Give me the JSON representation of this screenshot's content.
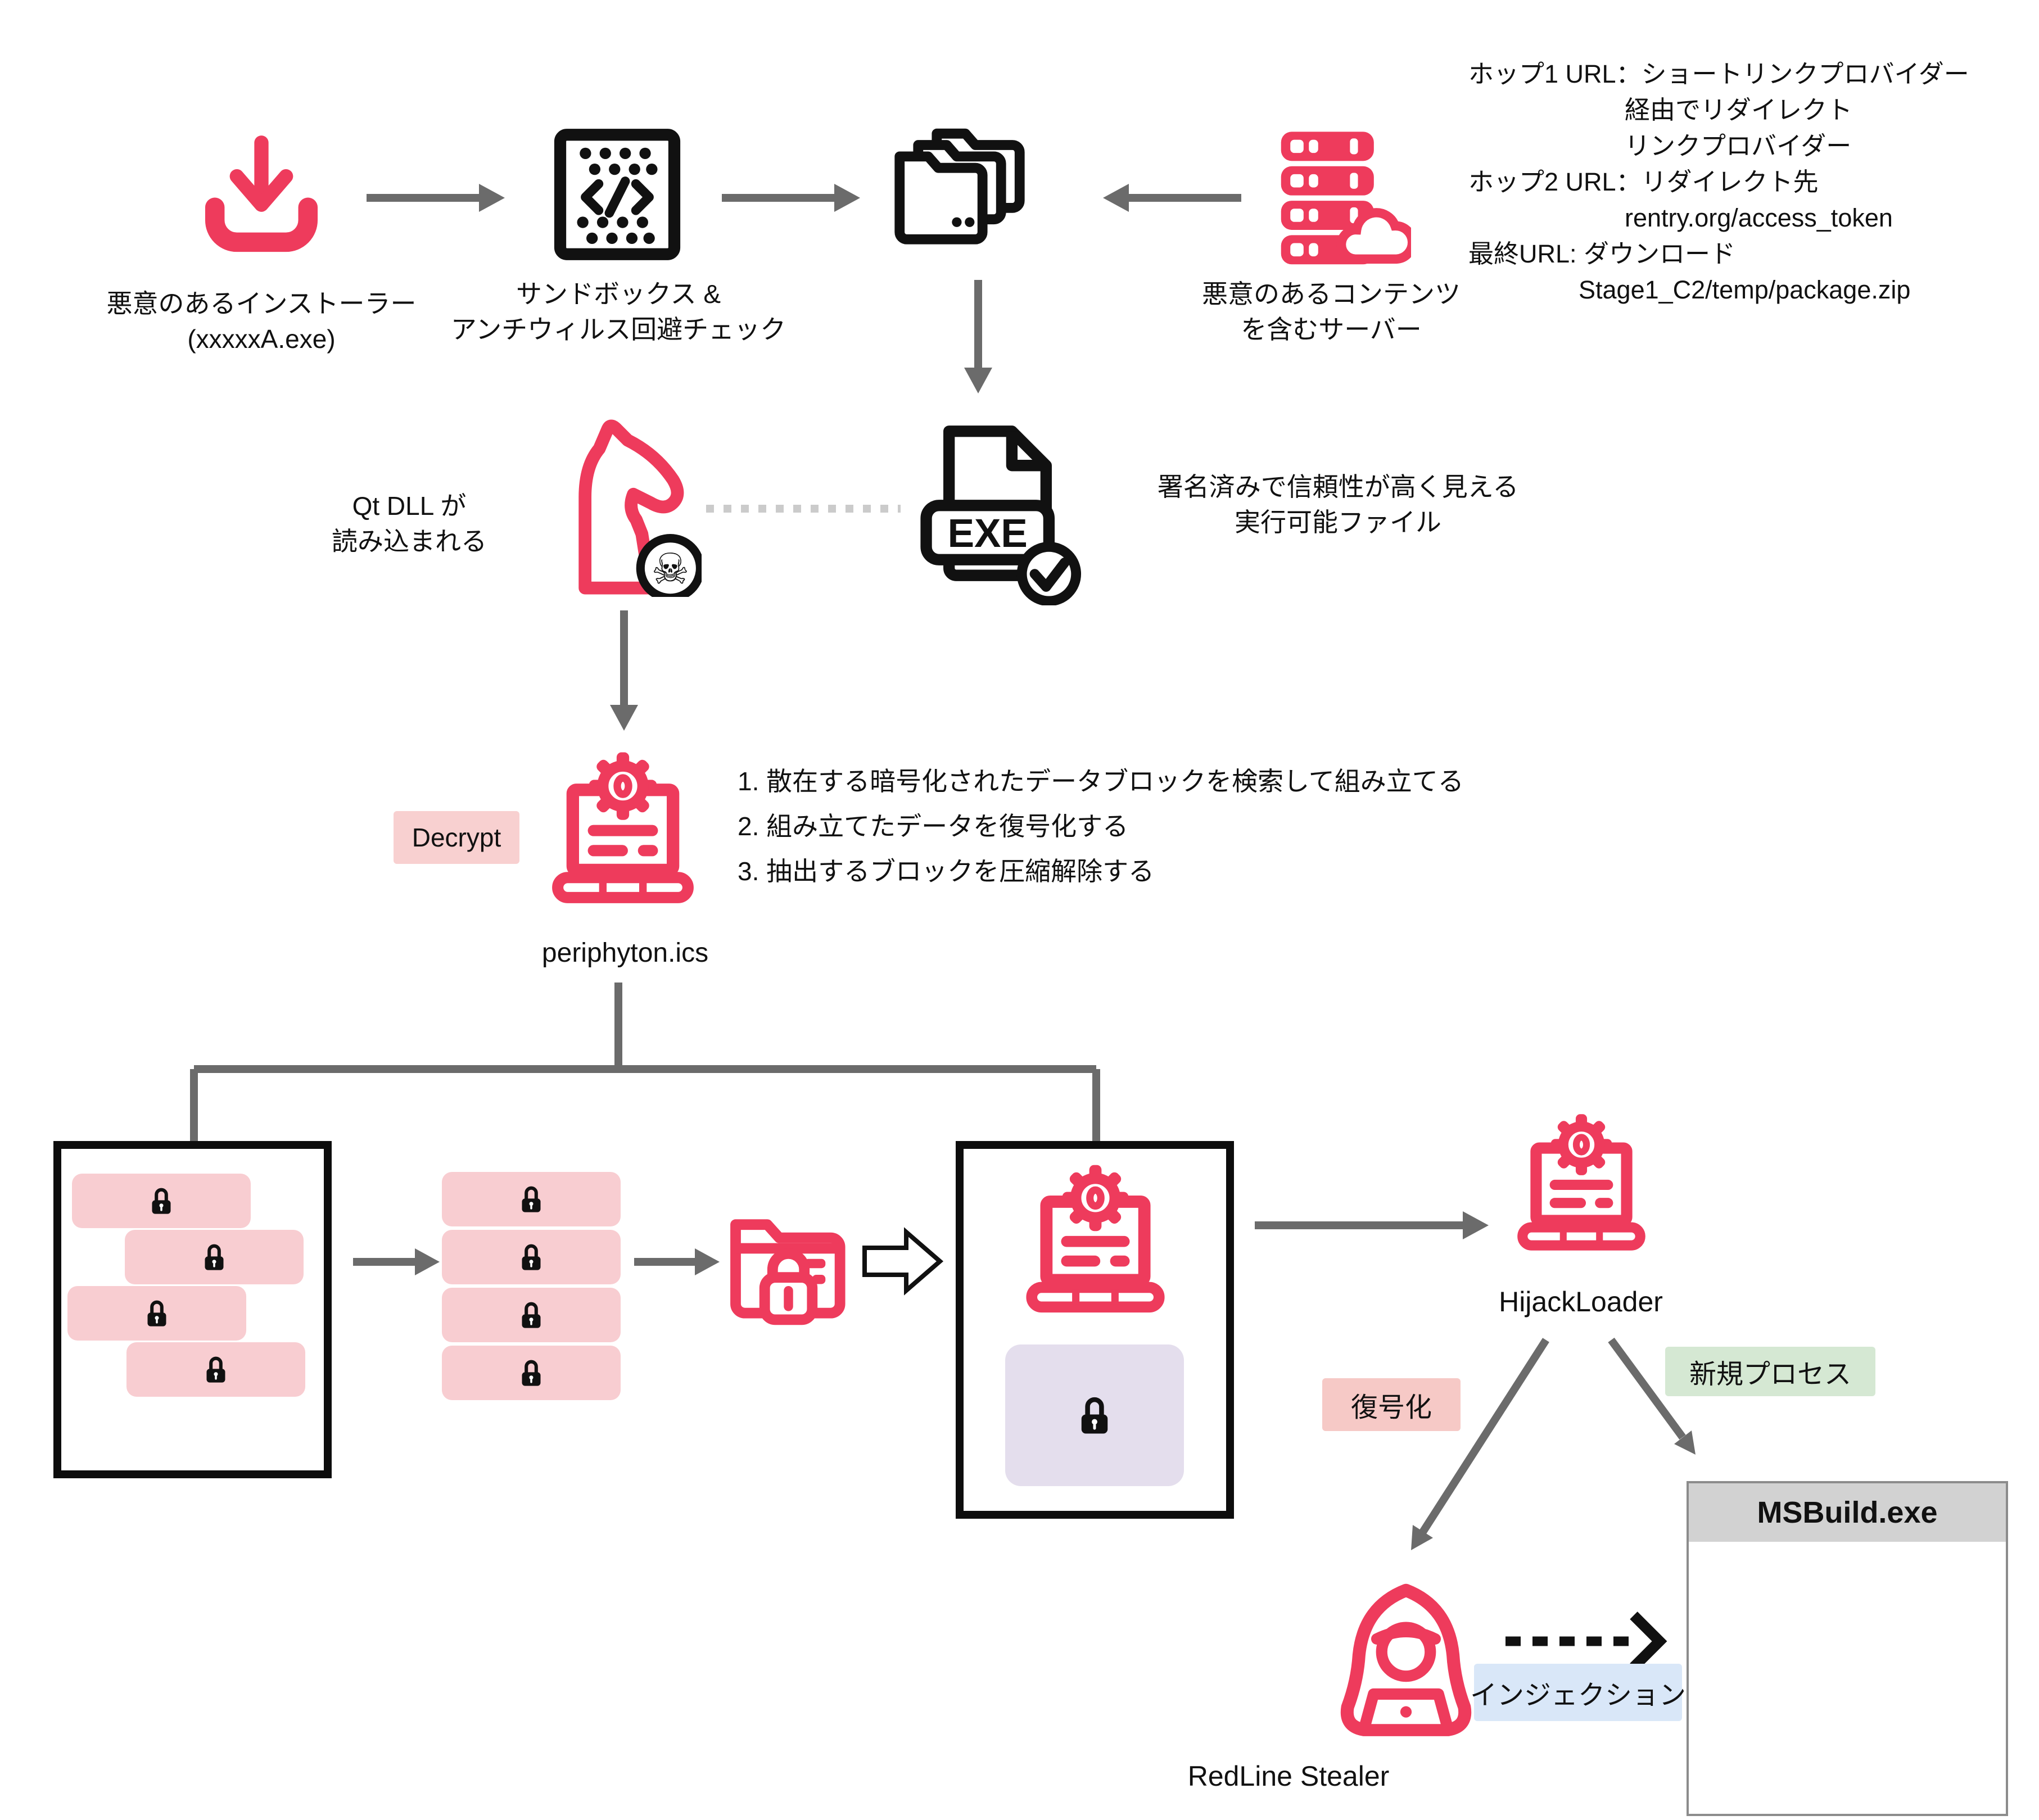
{
  "colors": {
    "accent_red": "#ee3b5c",
    "pink_block": "#f8cdd1",
    "purple_block": "#e4deed",
    "decrypt_bg": "#f8d0d0",
    "decode_bg": "#f6c9c6",
    "new_process_bg": "#d5e8d3",
    "injection_bg": "#d9e7f8",
    "arrow_gray": "#6b6b6b",
    "dotted_gray": "#cbcbcb",
    "msbuild_titlebar": "#d2d2d2"
  },
  "nodes": {
    "installer": {
      "line1": "悪意のあるインストーラー",
      "line2": "(xxxxxA.exe)"
    },
    "sandbox": {
      "line1": "サンドボックス &",
      "line2": "アンチウィルス回避チェック"
    },
    "server": {
      "line1": "悪意のあるコンテンツ",
      "line2": "を含むサーバー"
    },
    "qt_dll": {
      "line1": "Qt DLL が",
      "line2": "読み込まれる"
    },
    "signed_exe": {
      "line1": "署名済みで信頼性が高く見える",
      "line2": "実行可能ファイル"
    },
    "decrypt_badge": "Decrypt",
    "payload_file": "periphyton.ics",
    "steps": [
      "1. 散在する暗号化されたデータブロックを検索して組み立てる",
      "2. 組み立てたデータを復号化する",
      "3. 抽出するブロックを圧縮解除する"
    ],
    "hijackloader": "HijackLoader",
    "redline": "RedLine Stealer",
    "msbuild_title": "MSBuild.exe",
    "decode_badge": "復号化",
    "new_process_badge": "新規プロセス",
    "injection_badge": "インジェクション"
  },
  "url_notes": {
    "line1": "ホップ1 URL：ショートリンクプロバイダー",
    "line2": "経由でリダイレクト",
    "line3": "リンクプロバイダー",
    "line4": "ホップ2 URL：リダイレクト先",
    "line5": "rentry.org/access_token",
    "line6": "最終URL: ダウンロード",
    "line7": "Stage1_C2/temp/package.zip"
  },
  "glyphs": {
    "exe": "EXE",
    "check": "✓",
    "skull": "☠"
  }
}
